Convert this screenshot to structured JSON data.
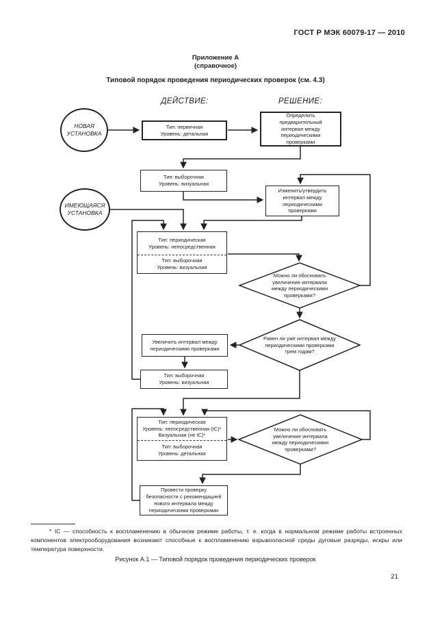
{
  "header": {
    "standard": "ГОСТ Р МЭК 60079-17 — 2010",
    "annex": "Приложение А",
    "annex_type": "(справочное)",
    "title": "Типовой порядок проведения периодических проверок (см. 4.3)"
  },
  "columns": {
    "action": "ДЕЙСТВИЕ:",
    "decision": "РЕШЕНИЕ:"
  },
  "flow": {
    "new_installation": {
      "lines": [
        "НОВАЯ",
        "УСТАНОВКА"
      ]
    },
    "existing_installation": {
      "lines": [
        "ИМЕЮЩАЯСЯ",
        "УСТАНОВКА"
      ]
    },
    "initial_inspection": {
      "lines": [
        "Тип: первичная",
        "Уровень: детальная"
      ]
    },
    "determine_interval": {
      "lines": [
        "Определить",
        "предварительный",
        "интервал между",
        "периодическими",
        "проверками"
      ]
    },
    "sample_visual_1": {
      "lines": [
        "Тип: выборочная",
        "Уровень: визуальная"
      ]
    },
    "modify_confirm": {
      "lines": [
        "Изменить/утвердить",
        "интервал между",
        "периодическими",
        "проверками"
      ]
    },
    "periodic_1": {
      "top_lines": [
        "Тип: периодическая",
        "Уровень: непосредственная"
      ],
      "bottom_lines": [
        "Тип: выборочная",
        "Уровень: визуальная"
      ]
    },
    "justify_increase_1": {
      "lines": [
        "Можно ли обосновать",
        "увеличение интервала",
        "между периодическими",
        "проверками?"
      ]
    },
    "three_years": {
      "lines": [
        "Равен ли уже интервал между",
        "периодическими проверками",
        "трем годам?"
      ]
    },
    "increase_interval": {
      "lines": [
        "Увеличить интервал между",
        "периодическими проверками"
      ]
    },
    "sample_visual_2": {
      "lines": [
        "Тип: выборочная",
        "Уровень: визуальная"
      ]
    },
    "periodic_2": {
      "top_lines": [
        "Тип: периодическая",
        "Уровень: непосредственная (IC)*",
        "Визуальная (не IC)*"
      ],
      "bottom_lines": [
        "Тип: выборочная",
        "Уровень: детальная"
      ]
    },
    "justify_increase_2": {
      "lines": [
        "Можно ли обосновать",
        "увеличение интервала",
        "между периодическими",
        "проверками?"
      ]
    },
    "safety_review": {
      "lines": [
        "Провести проверку",
        "безопасности с рекомендацией",
        "нового интервала между",
        "периодическими проверками"
      ]
    }
  },
  "footer": {
    "footnote": "* IC — способность к воспламенению в обычном режиме работы, т. е. когда в нормальном режиме работы встроенных компонентов электрооборудования возникают способные к воспламенению взрывоопасной среды дуговые разряды, искры или температура поверхности.",
    "caption": "Рисунок А.1 — Типовой порядок проведения периодических проверок",
    "page_number": "21"
  }
}
